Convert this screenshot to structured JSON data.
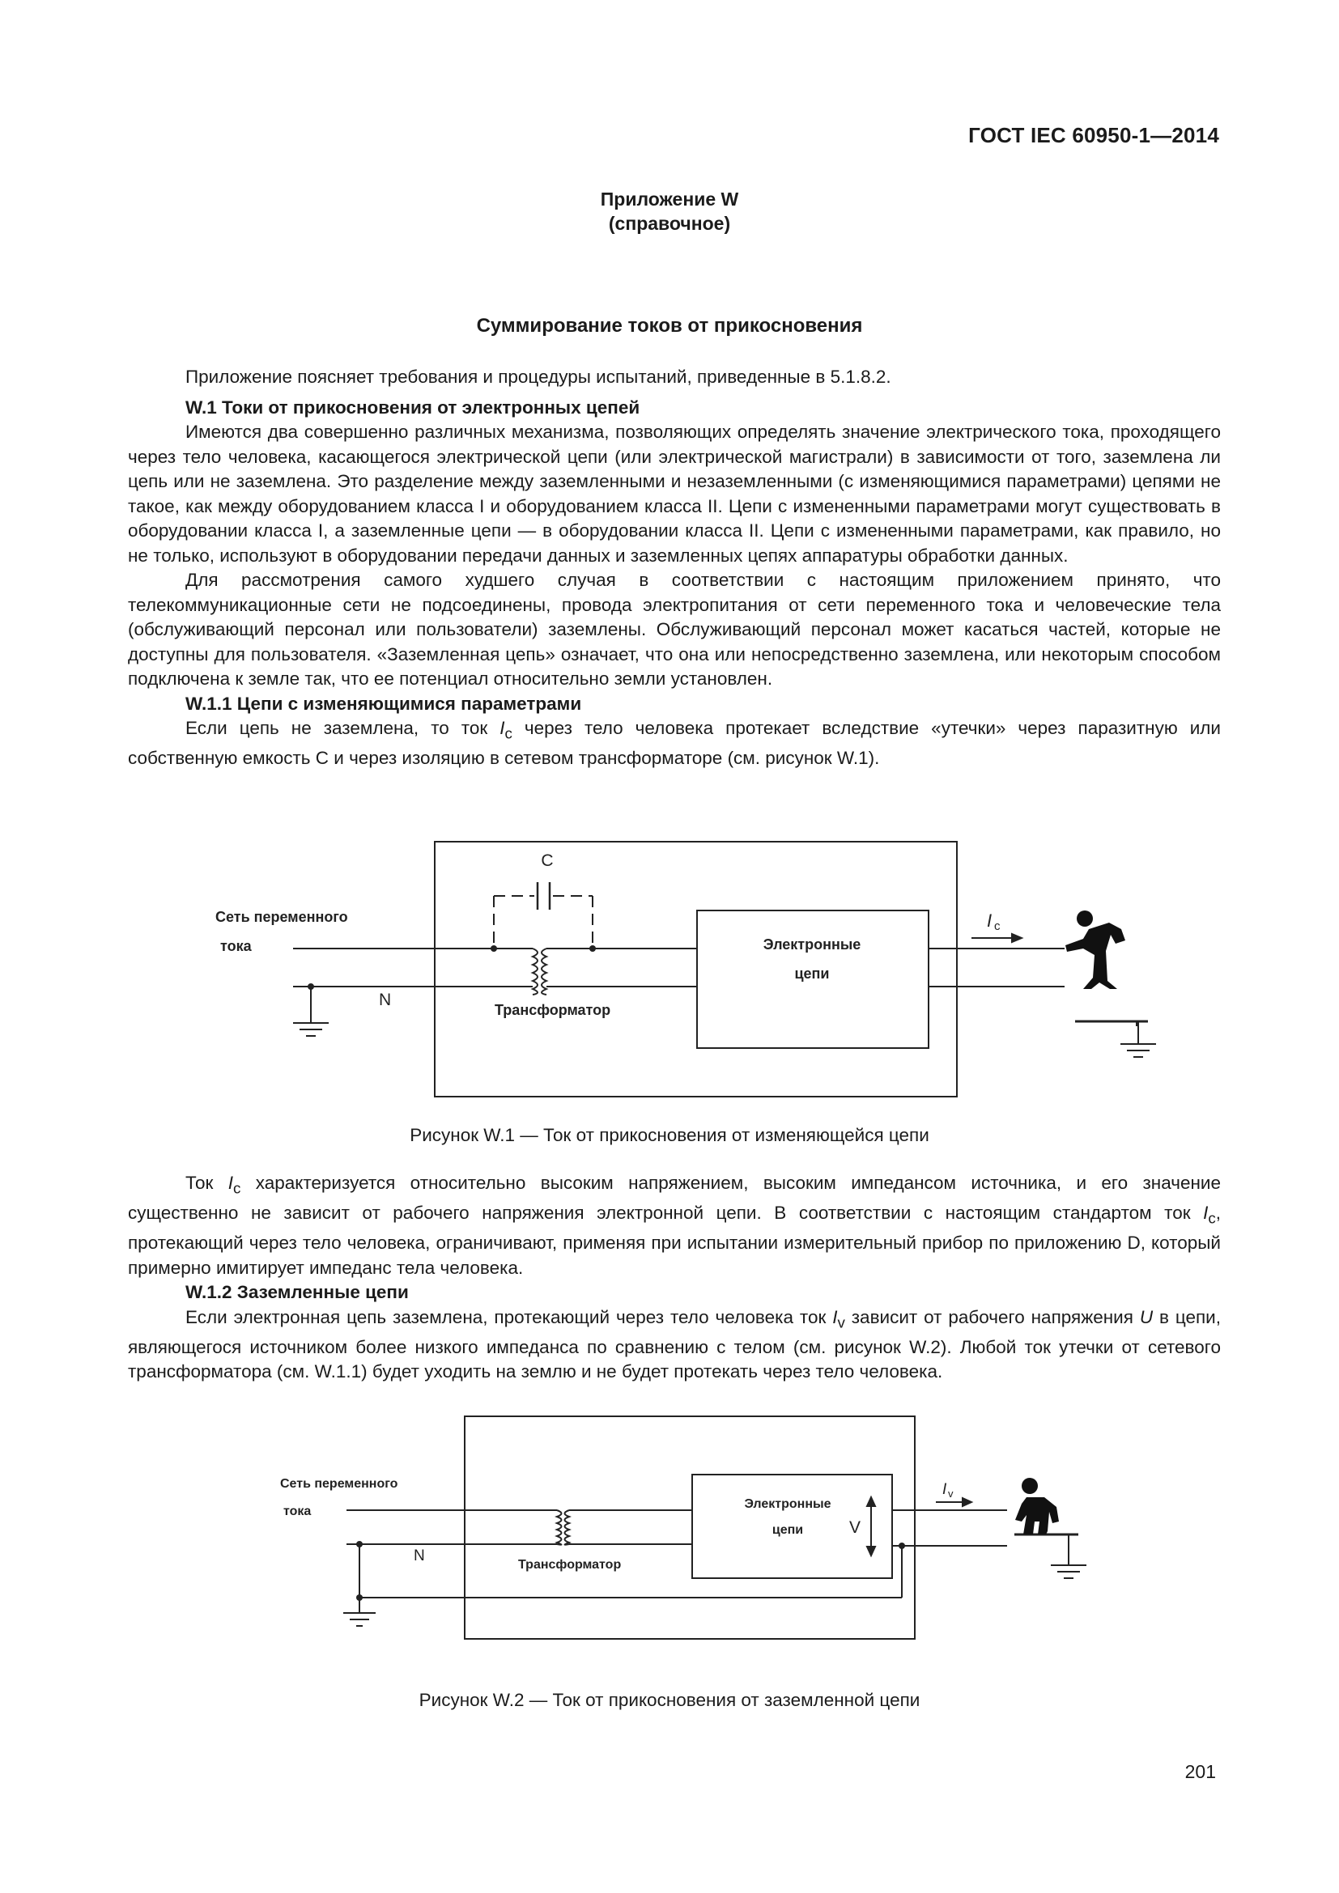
{
  "header": {
    "doc_code": "ГОСТ IEC 60950-1—2014"
  },
  "annex": {
    "line1": "Приложение W",
    "line2": "(справочное)"
  },
  "title": "Суммирование токов от прикосновения",
  "intro": "Приложение поясняет требования и процедуры испытаний, приведенные в 5.1.8.2.",
  "section_w1": {
    "heading": "W.1 Токи от прикосновения от электронных цепей",
    "para1": "Имеются два совершенно различных механизма, позволяющих определять значение электрического тока, проходящего через тело человека, касающегося электрической цепи (или электрической магистрали) в зависимости от того, заземлена ли цепь или не заземлена. Это разделение между заземленными и незаземленными (с изменяющимися параметрами) цепями не такое, как между оборудованием класса I и оборудованием класса II. Цепи с измененными параметрами могут существовать в оборудовании класса I, а заземленные цепи — в оборудовании класса II. Цепи с измененными параметрами, как правило, но не только, используют в оборудовании передачи данных и заземленных цепях аппаратуры обработки данных.",
    "para2": "Для рассмотрения самого худшего случая в соответствии с настоящим приложением принято, что телекоммуникационные сети не подсоединены, провода электропитания от сети переменного тока и человеческие тела (обслуживающий персонал или пользователи) заземлены. Обслуживающий персонал может касаться частей, которые не доступны для пользователя. «Заземленная цепь» означает, что она или непосредственно заземлена, или некоторым способом подключена к земле так, что ее потенциал относительно земли установлен."
  },
  "section_w11": {
    "heading": "W.1.1 Цепи с изменяющимися параметрами",
    "text_a": "Если цепь не заземлена, то ток ",
    "sym_I": "I",
    "sub_c": "c",
    "text_b": " через тело человека протекает вследствие «утечки» через паразитную или собственную емкость C и через изоляцию в сетевом трансформаторе (см. рисунок W.1)."
  },
  "figure1": {
    "label_c": "C",
    "label_mains_1": "Сеть переменного",
    "label_mains_2": "тока",
    "label_n": "N",
    "label_transformer": "Трансформатор",
    "label_circuits_1": "Электронные",
    "label_circuits_2": "цепи",
    "label_current": "I",
    "label_current_sub": "c",
    "caption": "Рисунок W.1 — Ток от прикосновения от изменяющейся цепи"
  },
  "para_after_fig1": {
    "t1": "Ток ",
    "sym_I": "I",
    "sub_c": "c",
    "t2": " характеризуется относительно высоким напряжением, высоким импедансом источника, и его значение существенно не зависит от рабочего напряжения электронной цепи. В соответствии с настоящим стандартом ток ",
    "t3": ", протекающий через тело человека, ограничивают, применяя при испытании измерительный прибор по приложению D, который примерно имитирует импеданс тела человека."
  },
  "section_w12": {
    "heading": "W.1.2 Заземленные цепи",
    "t1": "Если электронная цепь заземлена, протекающий через тело человека ток ",
    "sym_I": "I",
    "sub_v": "v",
    "t2": " зависит от рабочего напряжения ",
    "sym_U": "U",
    "t3": " в цепи, являющегося источником более низкого импеданса по сравнению с телом (см. рисунок W.2). Любой ток утечки от сетевого трансформатора (см. W.1.1) будет уходить на землю и не будет протекать через тело человека."
  },
  "figure2": {
    "label_mains_1": "Сеть переменного",
    "label_mains_2": "тока",
    "label_n": "N",
    "label_transformer": "Трансформатор",
    "label_circuits_1": "Электронные",
    "label_circuits_2": "цепи",
    "label_v": "V",
    "label_current": "I",
    "label_current_sub": "v",
    "caption": "Рисунок W.2 — Ток от прикосновения от заземленной цепи"
  },
  "footer": {
    "page_number": "201"
  }
}
